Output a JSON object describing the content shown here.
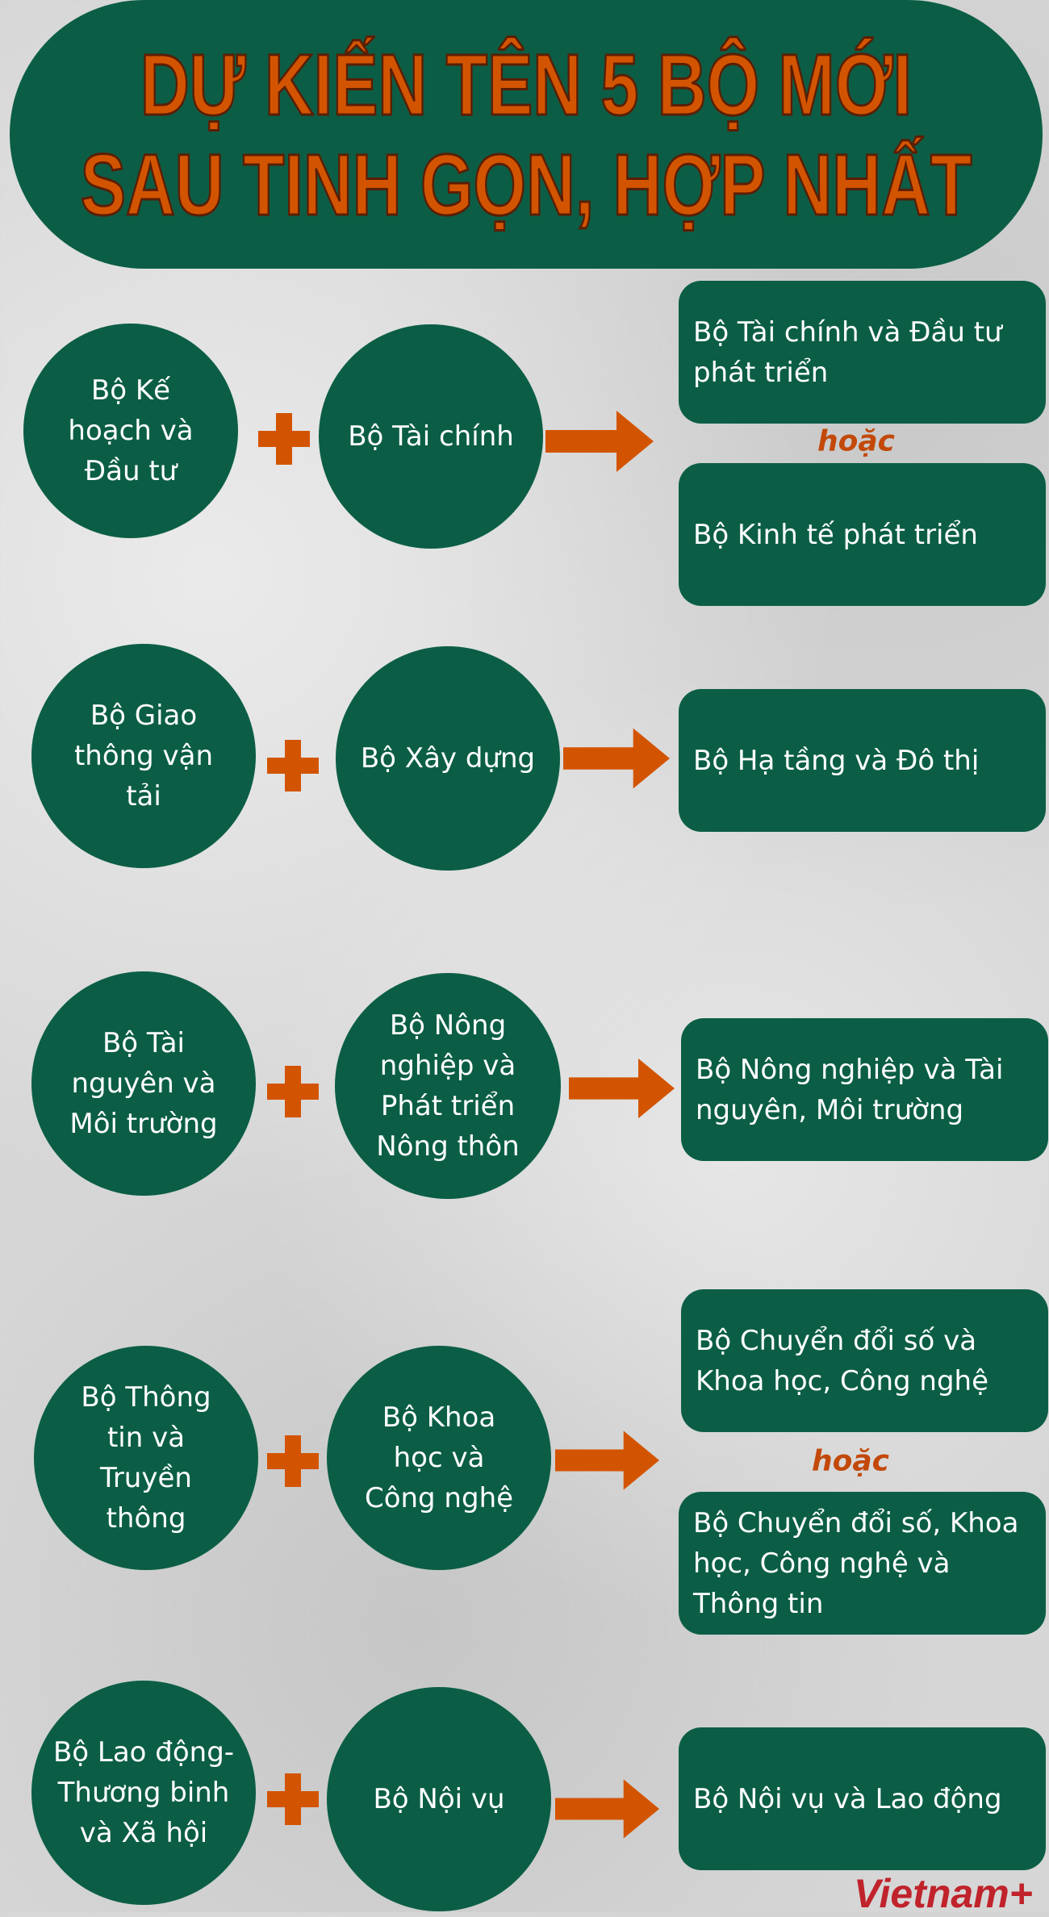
{
  "title": {
    "line1": "DỰ KIẾN TÊN 5 BỘ MỚI",
    "line2": "SAU TINH GỌN, HỢP NHẤT"
  },
  "or_label": "hoặc",
  "rows": [
    {
      "a": "Bộ Kế hoạch và Đầu tư",
      "b": "Bộ Tài chính",
      "results": [
        "Bộ Tài chính và Đầu tư phát triển",
        "Bộ Kinh tế phát triển"
      ]
    },
    {
      "a": "Bộ Giao thông vận tải",
      "b": "Bộ Xây dựng",
      "results": [
        "Bộ Hạ tầng và Đô thị"
      ]
    },
    {
      "a": "Bộ Tài nguyên và Môi trường",
      "b": "Bộ Nông nghiệp và Phát triển Nông thôn",
      "results": [
        "Bộ Nông nghiệp và Tài nguyên, Môi trường"
      ]
    },
    {
      "a": "Bộ Thông tin và Truyền thông",
      "b": "Bộ Khoa học và Công nghệ",
      "results": [
        "Bộ Chuyển đổi số và Khoa học, Công nghệ",
        "Bộ Chuyển đổi số, Khoa học, Công nghệ và Thông tin"
      ]
    },
    {
      "a": "Bộ Lao động-Thương binh và Xã hội",
      "b": "Bộ Nội vụ",
      "results": [
        "Bộ Nội vụ và Lao động"
      ]
    }
  ],
  "logo": "Vietnam+",
  "colors": {
    "green": "#0b5e45",
    "orange": "#d35400",
    "logo_red": "#c0232b"
  }
}
